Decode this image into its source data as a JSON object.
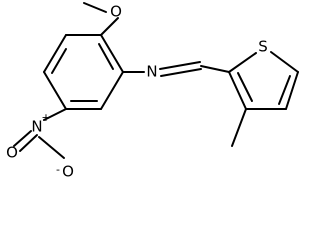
{
  "molecule": {
    "atoms": {
      "oxygen_methoxy": "O",
      "nitrogen_imine": "N",
      "sulfur": "S",
      "nitrogen_nitro": "N",
      "oxygen_nitro_top": "O",
      "oxygen_nitro_bottom": "O",
      "nitro_plus": "+",
      "oxyanion_minus": "-"
    }
  }
}
